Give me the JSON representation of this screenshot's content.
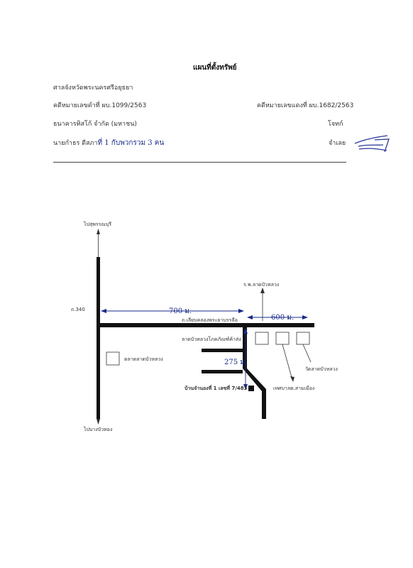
{
  "header": {
    "title": "แผนที่ตั้งทรัพย์",
    "court": "ศาลจังหวัดพระนครศรีอยุธยา",
    "case_black": "คดีหมายเลขดำที่ ผบ.1099/2563",
    "case_red": "คดีหมายเลขแดงที่ ผบ.1682/2563",
    "plaintiff": "ธนาคารทิสโก้ จำกัด (มหาชน)",
    "plaintiff_role": "โจทก์",
    "defendant_prefix": "นายกำธร ดีสภา",
    "defendant_hand": "ที่ 1 กับพวกรวม 3 คน",
    "defendant_role": "จำเลย"
  },
  "map": {
    "to_suphan": "ไปสุพรรณบุรี",
    "road_340": "ถ.340",
    "dist_700": "700 ม.",
    "dist_600": "600 ม.",
    "hospital": "ร.พ.ลาดบัวหลวง",
    "road_canal": "ถ.เลียบคลองพระยาบรรลือ",
    "market_near": "ลาดบัวหลวงโภคภัณฑ์ค้าส่ง",
    "dist_275": "275 ม.",
    "market": "ตลาดลาดบัวหลวง",
    "temple": "วัดลาดบัวหลวง",
    "municipality": "เทศบาลต.สามเมือง",
    "property": "บ้านจำนองที่ 1 เลขที่ 7/483",
    "to_bangbuathong": "ไปบางบัวทอง"
  }
}
